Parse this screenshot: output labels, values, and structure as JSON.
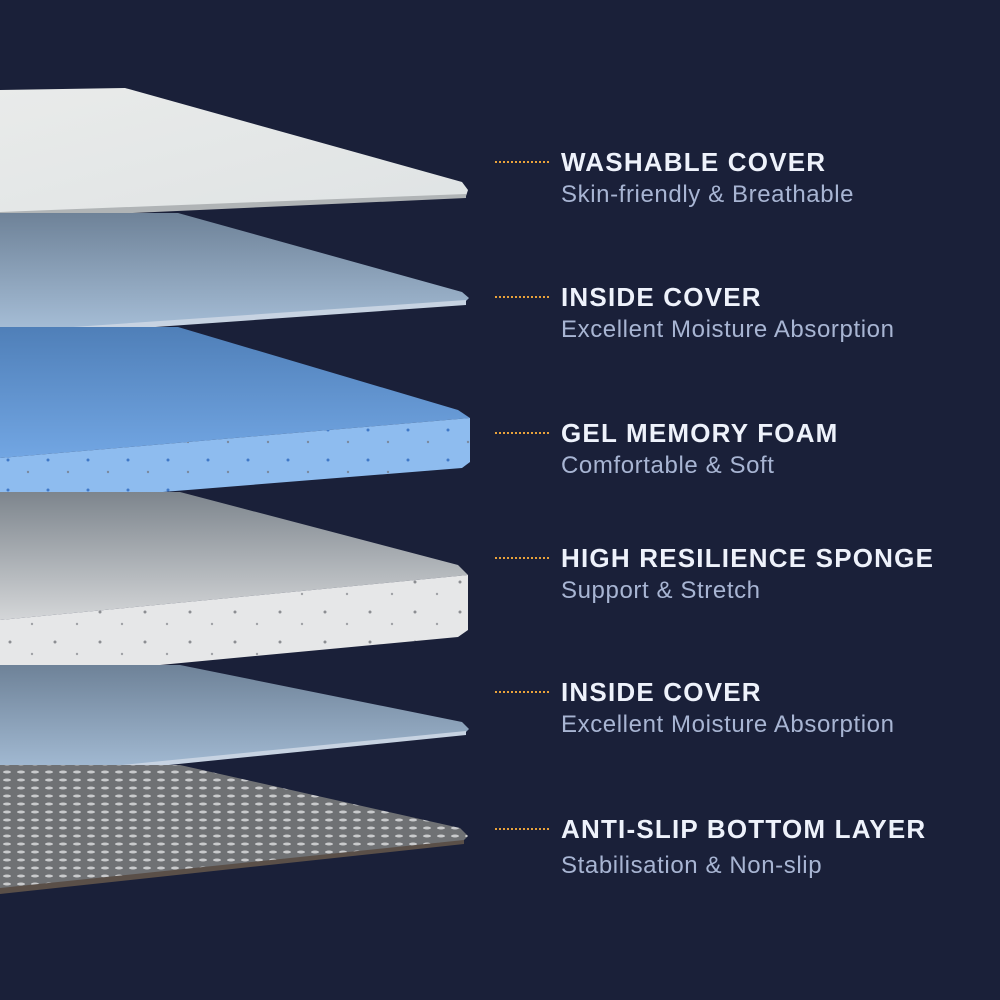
{
  "layers": [
    {
      "title": "WASHABLE COVER",
      "subtitle": "Skin-friendly & Breathable"
    },
    {
      "title": "INSIDE COVER",
      "subtitle": "Excellent Moisture Absorption"
    },
    {
      "title": "GEL MEMORY FOAM",
      "subtitle": "Comfortable & Soft"
    },
    {
      "title": "HIGH RESILIENCE SPONGE",
      "subtitle": "Support & Stretch"
    },
    {
      "title": "INSIDE COVER",
      "subtitle": "Excellent Moisture Absorption"
    },
    {
      "title": "ANTI-SLIP BOTTOM LAYER",
      "subtitle": "Stabilisation & Non-slip"
    }
  ],
  "colors": {
    "background": "#1a2039",
    "accent": "#e9a23b",
    "gel": "#6fa3df",
    "sponge": "#d8dadd"
  }
}
